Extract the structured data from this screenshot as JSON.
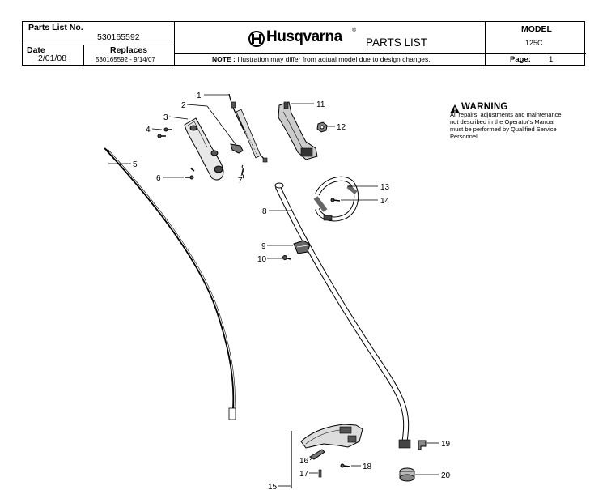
{
  "header": {
    "parts_list_label": "Parts List No.",
    "parts_list_no": "530165592",
    "date_label": "Date",
    "date": "2/01/08",
    "replaces_label": "Replaces",
    "replaces": "530165592 - 9/14/07",
    "brand": "Husqvarna",
    "doc_title": "PARTS LIST",
    "note_label": "NOTE :",
    "note": "Illustration may differ from actual model due to design changes.",
    "model_label": "MODEL",
    "model": "125C",
    "page_label": "Page:",
    "page": "1"
  },
  "warning": {
    "title": "WARNING",
    "text": "All repairs, adjustments and maintenance not described in the Operator's Manual must be performed by Qualified Service Personnel"
  },
  "callouts": [
    "1",
    "2",
    "3",
    "4",
    "5",
    "6",
    "7",
    "8",
    "9",
    "10",
    "11",
    "12",
    "13",
    "14",
    "15",
    "16",
    "17",
    "18",
    "19",
    "20"
  ]
}
